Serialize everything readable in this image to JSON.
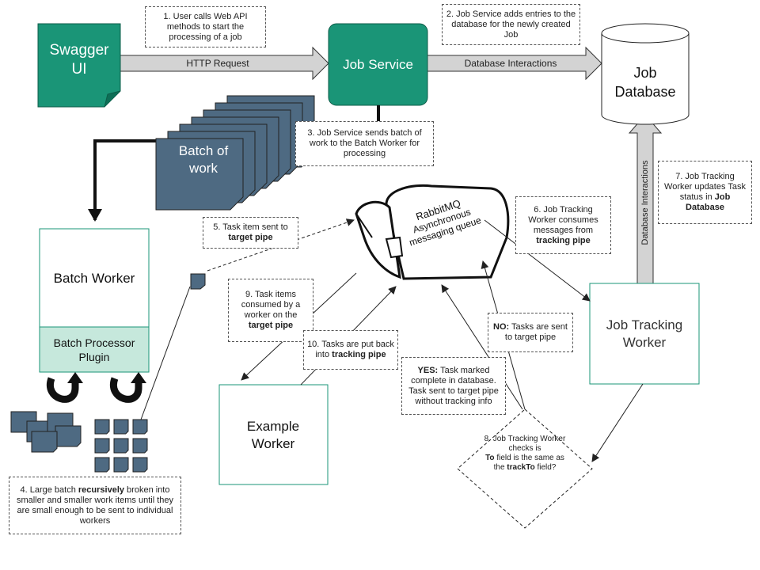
{
  "nodes": {
    "swagger_ui": "Swagger UI",
    "job_service": "Job Service",
    "job_database": "Job Database",
    "batch_of_work": "Batch of work",
    "batch_worker": "Batch Worker",
    "batch_processor_plugin": "Batch Processor Plugin",
    "rabbitmq_title": "RabbitMQ",
    "rabbitmq_sub": "Asynchronous messaging queue",
    "job_tracking_worker": "Job Tracking Worker",
    "example_worker": "Example Worker"
  },
  "edges": {
    "http_request": "HTTP Request",
    "database_interactions": "Database Interactions",
    "database_interactions_vertical": "Database Interactions"
  },
  "notes": {
    "n1": "1. User calls Web API methods to start the processing of a job",
    "n2": "2. Job Service adds entries to the database for the newly created Job",
    "n3": "3. Job Service sends batch of work to the Batch Worker for processing",
    "n4": {
      "pre": "4. Large batch ",
      "bold": "recursively",
      "post": " broken into smaller and smaller work items until they are small enough to be sent to individual workers"
    },
    "n5": {
      "pre": "5. Task item sent to ",
      "bold": "target pipe"
    },
    "n6": {
      "pre": "6. Job Tracking Worker consumes messages from ",
      "bold": "tracking pipe"
    },
    "n7": {
      "pre": "7. Job Tracking Worker updates Task status in ",
      "bold": "Job Database"
    },
    "n8": {
      "line1": "8. Job Tracking Worker checks is",
      "bold1": "To",
      "mid": " field is the same as the ",
      "bold2": "trackTo",
      "post": " field?"
    },
    "n9": {
      "pre": "9. Task items consumed by a worker on the ",
      "bold": "target pipe"
    },
    "n10": {
      "pre": "10. Tasks are put back into ",
      "bold": "tracking pipe"
    },
    "no": {
      "bold": "NO:",
      "post": " Tasks are sent to target pipe"
    },
    "yes": {
      "bold": "YES:",
      "post": " Task marked complete in database. Task sent to target pipe without tracking info"
    }
  },
  "colors": {
    "teal": "#1a9577",
    "teal_light": "#c6e8dc",
    "slate": "#4e6a82",
    "arrow_gray": "#d3d3d3"
  },
  "icons": [
    "document-icon",
    "database-cylinder-icon",
    "document-stack-icon",
    "mailbox-icon",
    "cycle-arrow-icon"
  ]
}
